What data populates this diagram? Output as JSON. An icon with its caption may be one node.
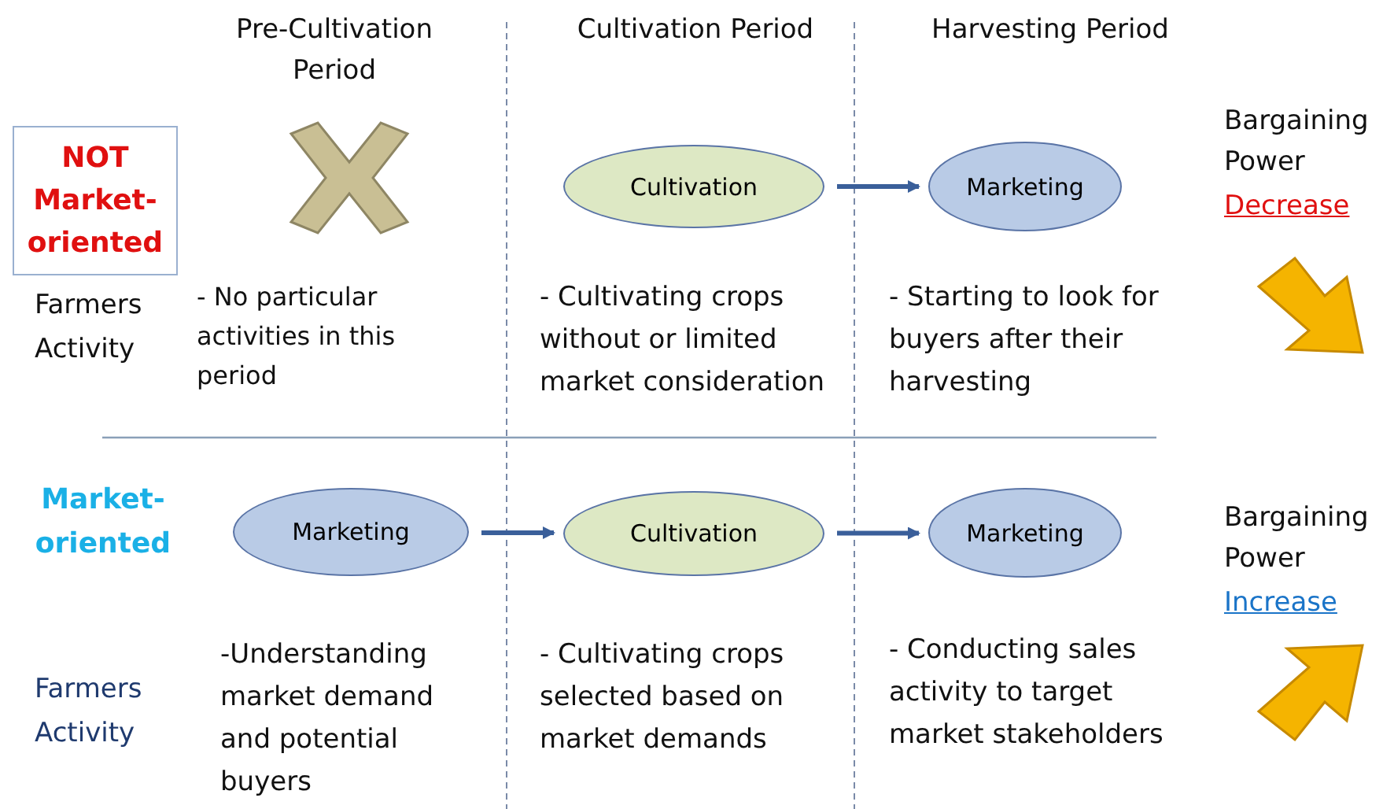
{
  "diagram": {
    "nodes": [
      {
        "text": [
          "NOT Market-oriented"
        ]
      },
      {
        "text": [
          "Cultivation"
        ],
        "beside": [
          "- Cultivating crops without or limited market consideration"
        ]
      },
      {
        "text": [
          "Marketing"
        ],
        "beside": [
          "- Starting to look for buyers after their harvesting"
        ]
      },
      {
        "text": [
          "Marketing"
        ],
        "beside": [
          "-Understanding market demand and potential buyers"
        ]
      },
      {
        "text": [
          "Cultivation"
        ],
        "beside": [
          "- Cultivating crops selected based on market demands"
        ]
      },
      {
        "text": [
          "Marketing"
        ],
        "beside": [
          "- Conducting sales activity to target market stakeholders"
        ]
      }
    ],
    "edges": [
      {
        "from": 1,
        "to": 2,
        "arrow": "to"
      },
      {
        "from": 3,
        "to": 4,
        "arrow": "to"
      },
      {
        "from": 4,
        "to": 5,
        "arrow": "to"
      }
    ],
    "labels": [
      "Pre-Cultivation Period",
      "Cultivation Period",
      "Harvesting Period",
      "Bargaining Power",
      "Decrease",
      "Farmers Activity",
      "- No particular activities in this period",
      "Market-oriented",
      "Bargaining Power",
      "Increase",
      "Farmers Activity"
    ]
  }
}
